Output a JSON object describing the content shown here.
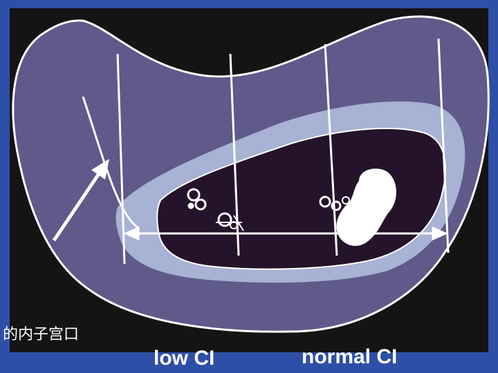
{
  "labels": {
    "internal_os": "的内子宫口",
    "low_ci": "low CI",
    "normal_ci": "normal CI"
  },
  "colors": {
    "background_blue": "#2e4fa8",
    "inner_dark": "#141414",
    "uterine_wall": "#5f5a8a",
    "decidua": "#a8b2d4",
    "cavity": "#24132a",
    "outline": "#ffffff"
  }
}
